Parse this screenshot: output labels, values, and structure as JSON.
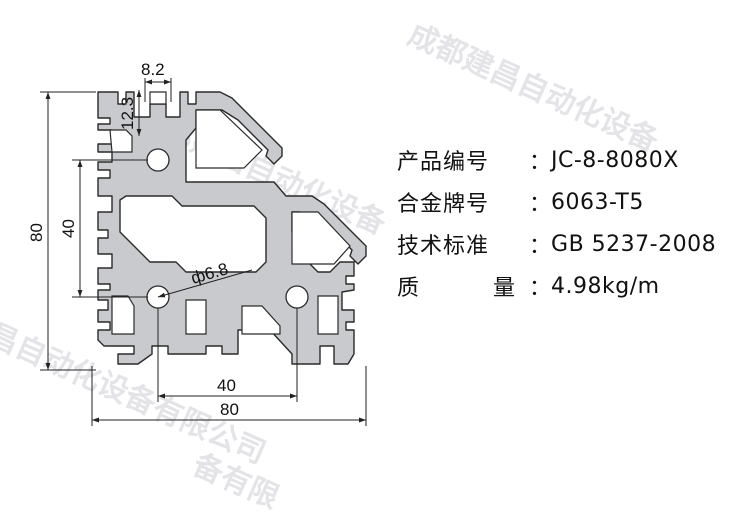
{
  "dimensions": {
    "slot_width": "8.2",
    "slot_depth": "12.3",
    "height_80": "80",
    "height_40": "40",
    "hole_dia": "ф6.8",
    "width_40": "40",
    "width_80": "80"
  },
  "specs": [
    {
      "label": "产品编号",
      "sep": "：",
      "value": "JC-8-8080X"
    },
    {
      "label": "合金牌号",
      "sep": "：",
      "value": "6063-T5"
    },
    {
      "label": "技术标准",
      "sep": "：",
      "value": "GB 5237-2008"
    },
    {
      "label_left": "质",
      "label_right": "量",
      "sep": "：",
      "value": "4.98kg/m"
    }
  ],
  "watermark": {
    "text_1": "成都建昌自动化设备",
    "text_2": "都建昌自动化设备",
    "text_3": "昌自动化设备有限公司",
    "text_4": "备有限"
  },
  "colors": {
    "profile_fill": "#c8cacd",
    "profile_stroke": "#2a2a2a"
  }
}
